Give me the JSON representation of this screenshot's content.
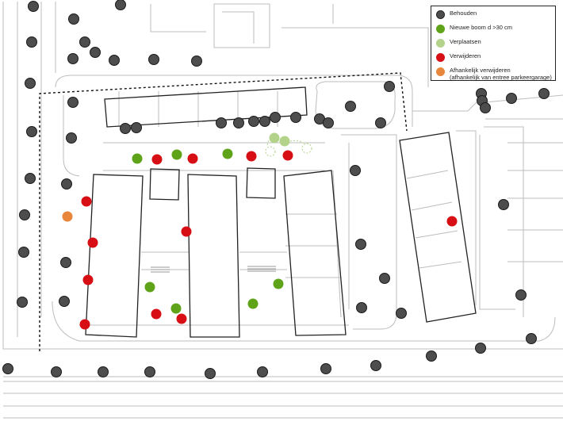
{
  "colors": {
    "behouden": "#4d4d4d",
    "nieuwe_boom": "#5fa319",
    "verplaatsen": "#b3d38b",
    "verwijderen": "#d70f14",
    "afhankelijk": "#e8863b",
    "line": "#bdbdbd",
    "building": "#222222"
  },
  "legend": {
    "items": [
      {
        "key": "behouden",
        "icon": "dark-grey-tree-dot",
        "label": "Behouden",
        "label2": ""
      },
      {
        "key": "nieuwe_boom",
        "icon": "green-tree-dot",
        "label": "Nieuwe boom d >30 cm",
        "label2": ""
      },
      {
        "key": "verplaatsen",
        "icon": "light-green-tree-dot",
        "label": "Verplaatsen",
        "label2": ""
      },
      {
        "key": "verwijderen",
        "icon": "red-tree-dot",
        "label": "Verwijderen",
        "label2": ""
      },
      {
        "key": "afhankelijk",
        "icon": "orange-tree-dot",
        "label": "Afhankelijk verwijderen",
        "label2": "(afhankelijk van entree parkeergarage)"
      }
    ]
  }
}
